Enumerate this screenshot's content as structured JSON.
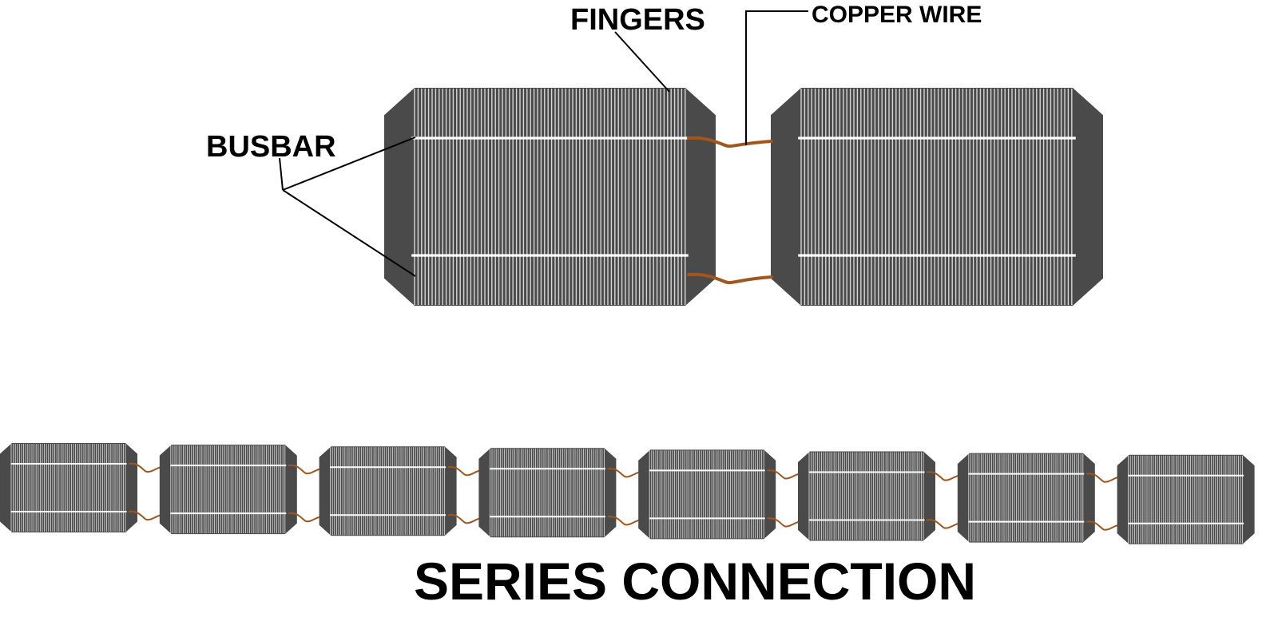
{
  "diagram": {
    "labels": {
      "fingers": "FINGERS",
      "copper_wire": "COPPER WIRE",
      "busbar": "BUSBAR",
      "title": "SERIES CONNECTION"
    },
    "colors": {
      "cell_body": "#4a4a4a",
      "finger_line": "#d6d6d6",
      "busbar": "#ffffff",
      "copper_wire": "#a0561c",
      "leader_line": "#000000",
      "background": "#ffffff"
    },
    "top_cells": 2,
    "series_cells": 8
  }
}
